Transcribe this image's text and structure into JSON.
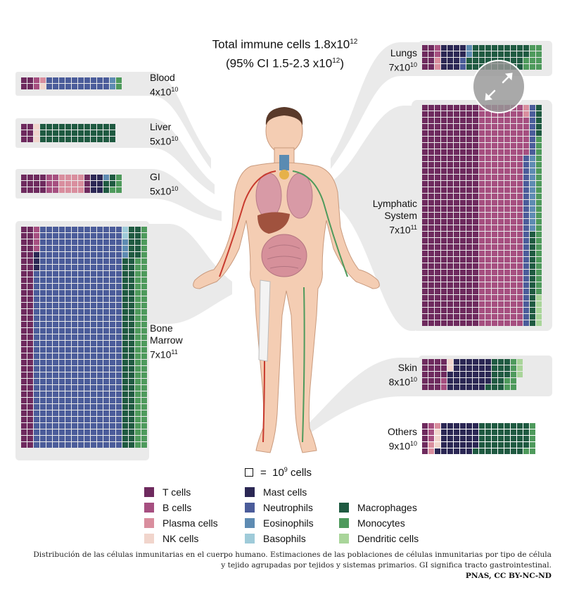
{
  "title": {
    "line1_text": "Total immune cells 1.8x10",
    "line1_exp": "12",
    "line2_text": "(95% CI 1.5-2.3 x10",
    "line2_exp": "12",
    "line2_close": ")"
  },
  "colors": {
    "t_cells": "#6e2a5e",
    "b_cells": "#a64f80",
    "plasma_cells": "#d98e9e",
    "nk_cells": "#f1d5cc",
    "mast_cells": "#2b2754",
    "neutrophils": "#4b5c9a",
    "eosinophils": "#5e8bb2",
    "basophils": "#9fcbd9",
    "macrophages": "#1f5a41",
    "monocytes": "#4e9a5c",
    "dendritic_cells": "#a9d59a",
    "band": "#eaeaea"
  },
  "tissues": {
    "blood": {
      "name": "Blood",
      "mant": "4x10",
      "exp": "10"
    },
    "liver": {
      "name": "Liver",
      "mant": "5x10",
      "exp": "10"
    },
    "gi": {
      "name": "GI",
      "mant": "5x10",
      "exp": "10"
    },
    "bone_marrow": {
      "name1": "Bone",
      "name2": "Marrow",
      "mant": "7x10",
      "exp": "11"
    },
    "lungs": {
      "name": "Lungs",
      "mant": "7x10",
      "exp": "10"
    },
    "lymphatic": {
      "name1": "Lymphatic",
      "name2": "System",
      "mant": "7x10",
      "exp": "11"
    },
    "skin": {
      "name": "Skin",
      "mant": "8x10",
      "exp": "10"
    },
    "others": {
      "name": "Others",
      "mant": "9x10",
      "exp": "10"
    }
  },
  "scale_key": {
    "equals": "=",
    "mant": "10",
    "exp": "9",
    "unit": "cells"
  },
  "legend": [
    {
      "label": "T cells",
      "color_key": "t_cells"
    },
    {
      "label": "B cells",
      "color_key": "b_cells"
    },
    {
      "label": "Plasma cells",
      "color_key": "plasma_cells"
    },
    {
      "label": "NK cells",
      "color_key": "nk_cells"
    },
    {
      "label": "Mast cells",
      "color_key": "mast_cells"
    },
    {
      "label": "Neutrophils",
      "color_key": "neutrophils"
    },
    {
      "label": "Eosinophils",
      "color_key": "eosinophils"
    },
    {
      "label": "Basophils",
      "color_key": "basophils"
    },
    {
      "label": "Macrophages",
      "color_key": "macrophages"
    },
    {
      "label": "Monocytes",
      "color_key": "monocytes"
    },
    {
      "label": "Dendritic cells",
      "color_key": "dendritic_cells"
    }
  ],
  "caption": {
    "line1": "Distribución de las células inmunitarias en el cuerpo humano. Estimaciones de las poblaciones de células inmunitarias por tipo de célula",
    "line2": "y tejido agrupadas por tejidos y sistemas primarios. GI significa tracto gastrointestinal.",
    "credit": "PNAS, CC BY-NC-ND"
  }
}
